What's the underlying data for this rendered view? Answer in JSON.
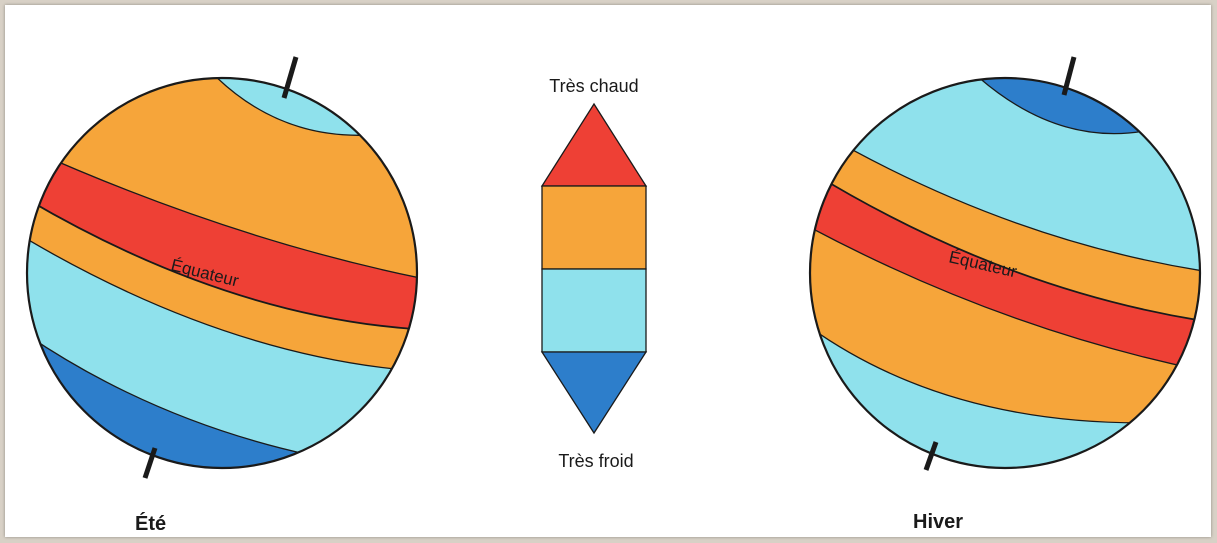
{
  "colors": {
    "very_hot": "#ee4035",
    "hot": "#f6a53a",
    "cold": "#8fe1ec",
    "very_cold": "#2d7ecb",
    "outline": "#1a1a1a",
    "axis": "#1a1a1a"
  },
  "legend": {
    "top_label": "Très chaud",
    "bottom_label": "Très froid",
    "order": [
      "very_hot",
      "hot",
      "cold",
      "very_cold"
    ]
  },
  "globes": [
    {
      "caption": "Été",
      "equator_label": "Équateur"
    },
    {
      "caption": "Hiver",
      "equator_label": "Équateur"
    }
  ]
}
